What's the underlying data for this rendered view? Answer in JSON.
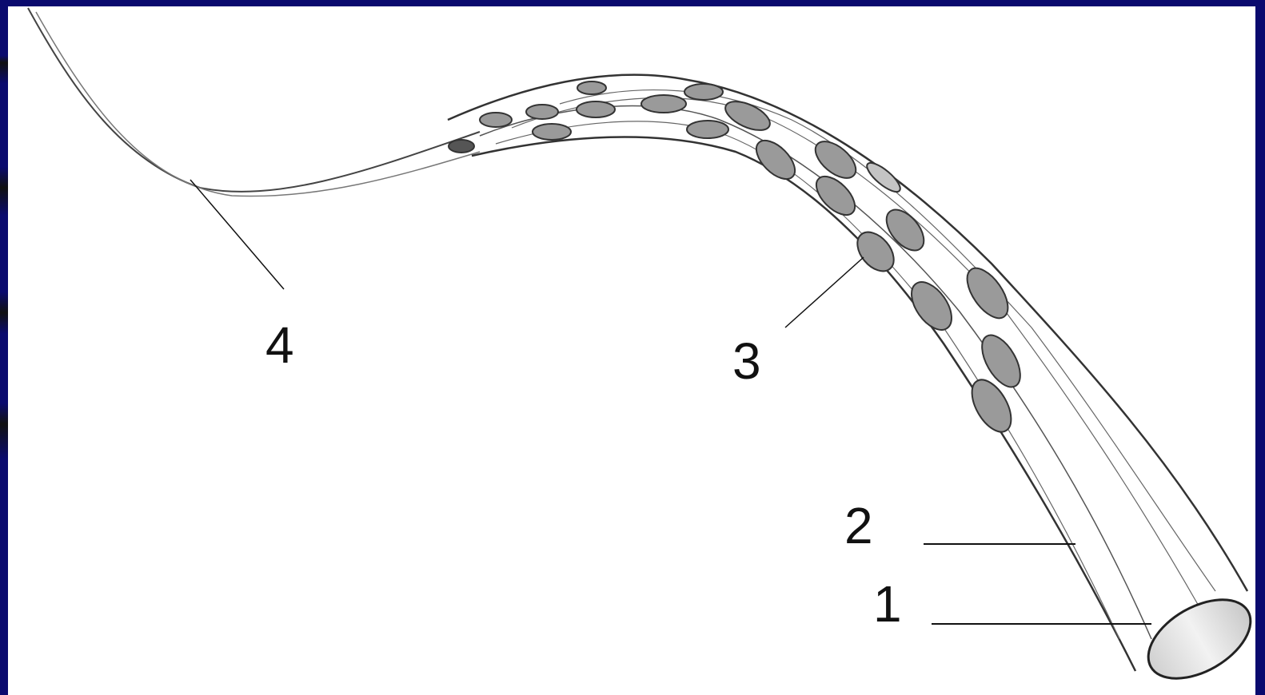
{
  "diagram": {
    "labels": [
      {
        "id": "4",
        "text": "4"
      },
      {
        "id": "3",
        "text": "3"
      },
      {
        "id": "2",
        "text": "2"
      },
      {
        "id": "1",
        "text": "1"
      }
    ]
  },
  "colors": {
    "frame": "#0a0a6e",
    "background": "#ffffff",
    "ink": "#333333",
    "nucleus_fill": "#9a9a9a"
  }
}
